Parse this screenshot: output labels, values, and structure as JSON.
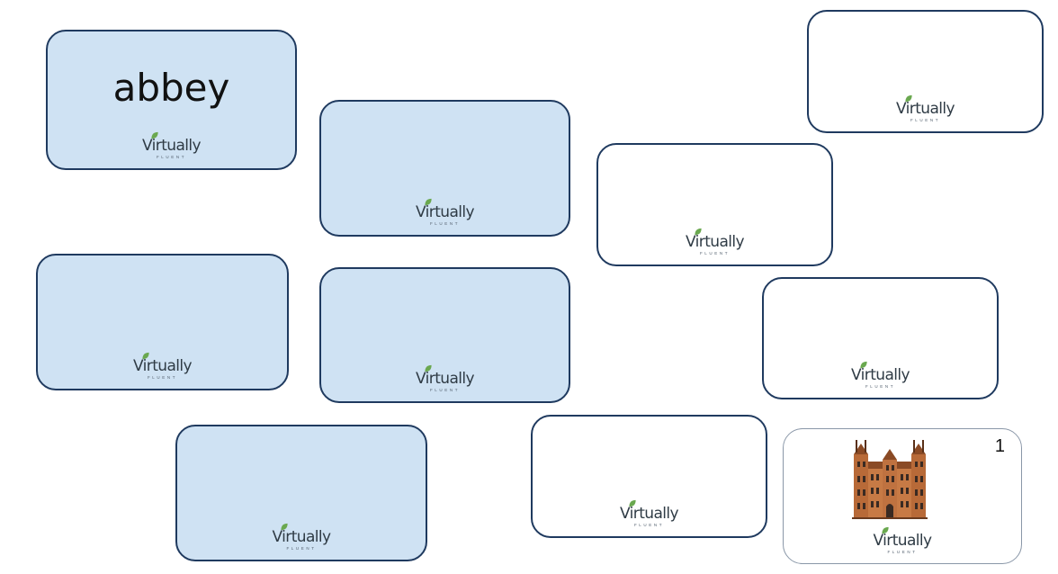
{
  "logo": {
    "text": "Virtually",
    "subtext": "FLUENT"
  },
  "cards": [
    {
      "id": 1,
      "color": "blue",
      "face_up": true,
      "word": "abbey"
    },
    {
      "id": 2,
      "color": "blue",
      "face_up": false
    },
    {
      "id": 3,
      "color": "white",
      "face_up": false
    },
    {
      "id": 4,
      "color": "white",
      "face_up": false
    },
    {
      "id": 5,
      "color": "blue",
      "face_up": false
    },
    {
      "id": 6,
      "color": "blue",
      "face_up": false
    },
    {
      "id": 7,
      "color": "white",
      "face_up": false
    },
    {
      "id": 8,
      "color": "blue",
      "face_up": false
    },
    {
      "id": 9,
      "color": "white",
      "face_up": false
    },
    {
      "id": 10,
      "color": "white",
      "face_up": true,
      "number": "1",
      "image": "abbey-building"
    }
  ],
  "colors": {
    "card_blue": "#cfe2f3",
    "card_white": "#ffffff",
    "card_border": "#1f3a5f",
    "logo_leaf": "#6aa84f"
  }
}
